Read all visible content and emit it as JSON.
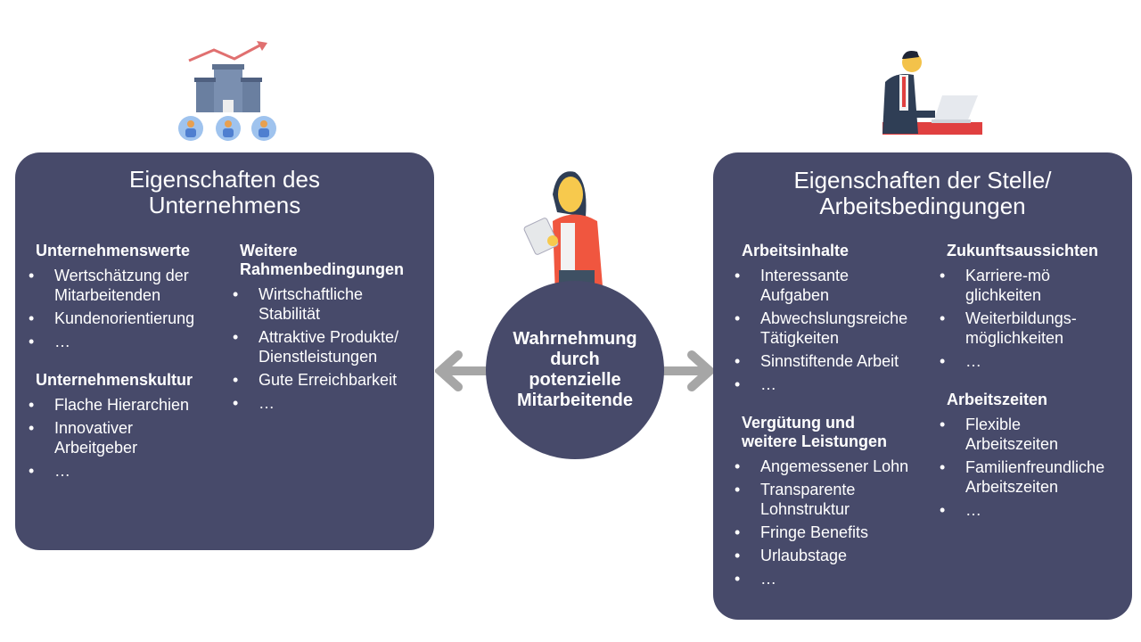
{
  "left": {
    "title": [
      "Eigenschaften des",
      "Unternehmens"
    ],
    "sections": [
      {
        "heading": "Unternehmenswerte",
        "items": [
          "Wertschätzung der Mitarbeitenden",
          "Kundenorientierung",
          "…"
        ]
      },
      {
        "heading": "Unternehmenskultur",
        "items": [
          "Flache Hierarchien",
          "Innovativer Arbeitgeber",
          "…"
        ]
      },
      {
        "heading": "Weitere Rahmenbedingungen",
        "items": [
          "Wirtschaftliche Stabilität",
          "Attraktive Produkte/ Dienstleistungen",
          "Gute Erreichbarkeit",
          "…"
        ]
      }
    ]
  },
  "center": {
    "label": "Wahrnehmung durch potenzielle Mitarbeitende"
  },
  "right": {
    "title": [
      "Eigenschaften der Stelle/",
      "Arbeitsbedingungen"
    ],
    "sections": [
      {
        "heading": "Arbeitsinhalte",
        "items": [
          "Interessante Aufgaben",
          "Abwechslungsreiche Tätigkeiten",
          "Sinnstiftende Arbeit",
          "…"
        ]
      },
      {
        "heading": "Vergütung und weitere Leistungen",
        "items": [
          "Angemessener Lohn",
          "Transparente Lohnstruktur",
          "Fringe Benefits",
          "Urlaubstage",
          "…"
        ]
      },
      {
        "heading": "Zukunftsaussichten",
        "items": [
          "Karriere-möglichkeiten",
          "Weiterbildungs-möglichkeiten",
          "…"
        ]
      },
      {
        "heading": "Arbeitszeiten",
        "items": [
          "Flexible Arbeitszeiten",
          "Familienfreundliche Arbeitszeiten",
          "…"
        ]
      }
    ]
  },
  "colors": {
    "box": "#474a6a",
    "arrow": "#a6a6a6",
    "accent": "#e05a4a"
  }
}
